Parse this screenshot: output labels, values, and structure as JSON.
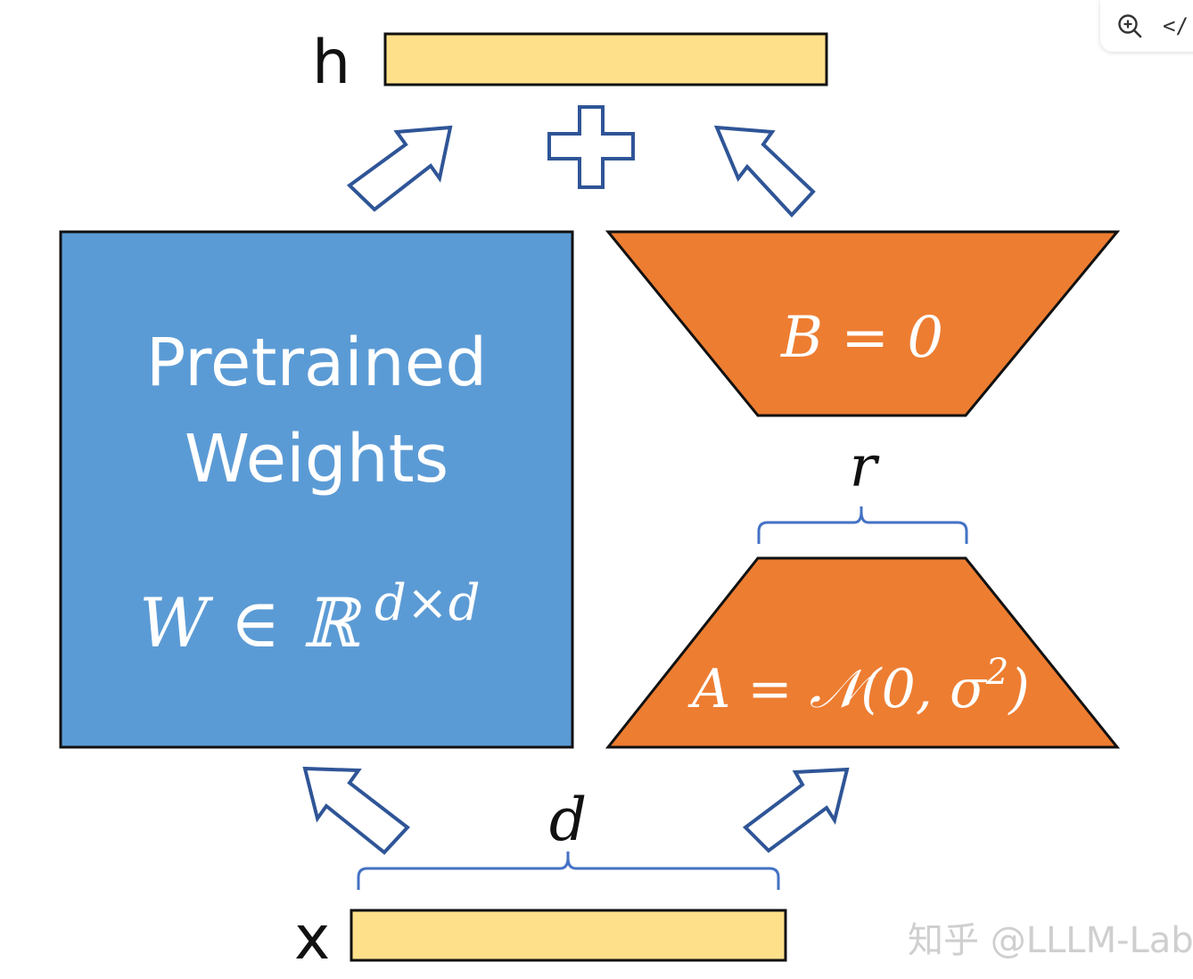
{
  "output_label": "h",
  "input_label": "x",
  "pretrained": {
    "line1": "Pretrained",
    "line2": "Weights",
    "formula_main": "W ∈ ℝ",
    "formula_sup": "d×d"
  },
  "matrix_b": {
    "text": "B = 0"
  },
  "matrix_a": {
    "text": "A = 𝒩(0, σ",
    "sup": "2",
    "close": ")"
  },
  "dim_r": "r",
  "dim_d": "d",
  "plus_symbol": "plus",
  "watermark": "知乎 @LLLM-Lab",
  "toolbar": {
    "zoom_icon": "zoom-in-icon",
    "code_icon": "code-icon",
    "code_glyph": "</"
  },
  "colors": {
    "vector_fill": "#FFE08A",
    "pretrained_fill": "#5B9BD5",
    "lora_fill": "#ED7D31",
    "arrow_stroke": "#2F5597",
    "brace_stroke": "#4472C4",
    "text_white": "#FFFFFF",
    "text_dark": "#111111"
  }
}
